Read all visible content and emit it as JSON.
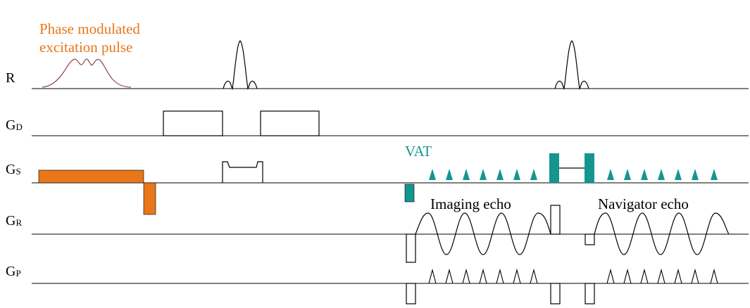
{
  "annotations": {
    "excitation_line1": "Phase modulated",
    "excitation_line2": "excitation pulse",
    "vat": "VAT",
    "imaging_echo": "Imaging echo",
    "navigator_echo": "Navigator echo"
  },
  "channels": {
    "rf": {
      "main": "R",
      "sub": ""
    },
    "gd": {
      "main": "G",
      "sub": "D"
    },
    "gs": {
      "main": "G",
      "sub": "S"
    },
    "gr": {
      "main": "G",
      "sub": "R"
    },
    "gp": {
      "main": "G",
      "sub": "P"
    }
  },
  "colors": {
    "orange": "#E8771A",
    "teal": "#14968F",
    "rf_pulse": "#8B4A4A",
    "line": "#000000"
  }
}
